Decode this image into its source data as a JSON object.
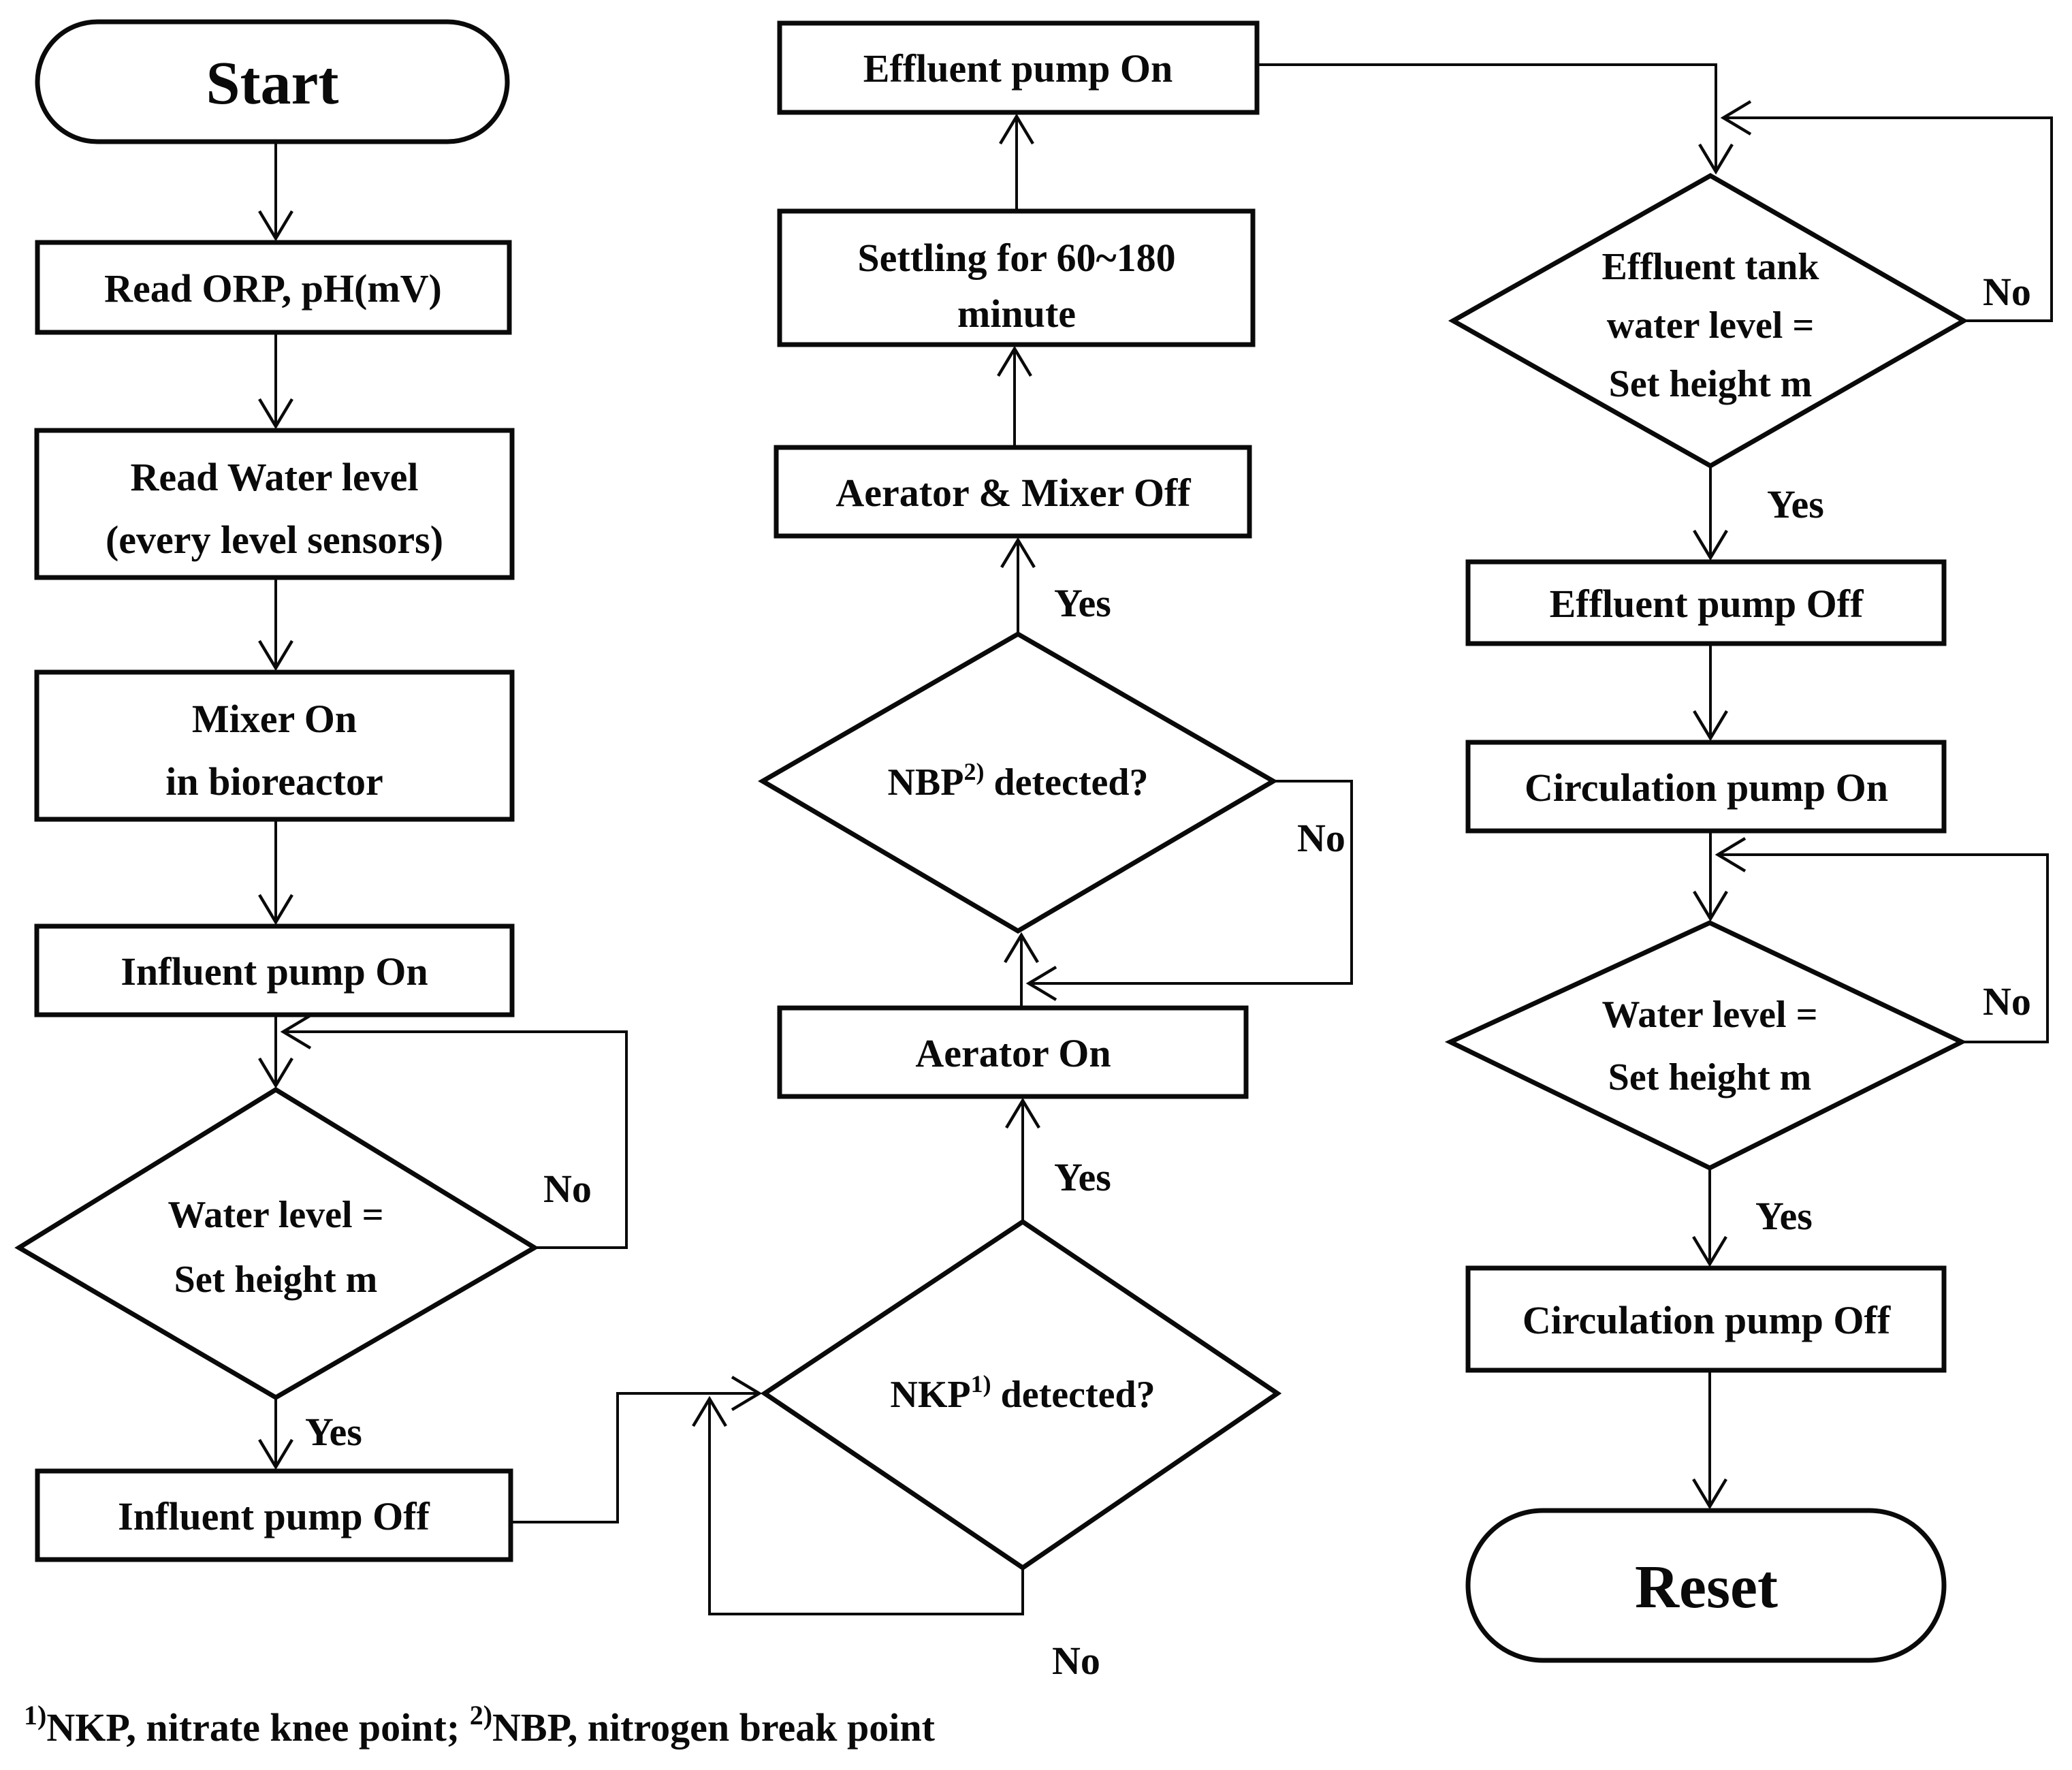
{
  "figure": {
    "background_color": "#ffffff",
    "ink_color": "#0a0a0a"
  },
  "nodes": {
    "start": {
      "type": "terminator",
      "label": "Start"
    },
    "read_orp": {
      "type": "process",
      "label": "Read ORP, pH(mV)"
    },
    "read_water_level": {
      "type": "process",
      "line1": "Read Water level",
      "line2": "(every level sensors)"
    },
    "mixer_on": {
      "type": "process",
      "line1": "Mixer On",
      "line2": "in bioreactor"
    },
    "influent_pump_on": {
      "type": "process",
      "label": "Influent pump On"
    },
    "water_level_check_1": {
      "type": "decision",
      "line1": "Water level =",
      "line2": "Set height m"
    },
    "influent_pump_off": {
      "type": "process",
      "label": "Influent pump Off"
    },
    "nkp_check": {
      "type": "decision",
      "name": "NKP",
      "sup": "1)",
      "rest": " detected?"
    },
    "aerator_on": {
      "type": "process",
      "label": "Aerator On"
    },
    "nbp_check": {
      "type": "decision",
      "name": "NBP",
      "sup": "2)",
      "rest": " detected?"
    },
    "aerator_mixer_off": {
      "type": "process",
      "label": "Aerator & Mixer Off"
    },
    "settling": {
      "type": "process",
      "line1": "Settling for 60~180",
      "line2": "minute"
    },
    "effluent_pump_on": {
      "type": "process",
      "label": "Effluent pump On"
    },
    "effluent_tank_check": {
      "type": "decision",
      "line1": "Effluent tank",
      "line2": "water level =",
      "line3": "Set height m"
    },
    "effluent_pump_off": {
      "type": "process",
      "label": "Effluent pump Off"
    },
    "circulation_pump_on": {
      "type": "process",
      "label": "Circulation pump On"
    },
    "water_level_check_2": {
      "type": "decision",
      "line1": "Water level =",
      "line2": "Set height m"
    },
    "circulation_pump_off": {
      "type": "process",
      "label": "Circulation pump Off"
    },
    "reset": {
      "type": "terminator",
      "label": "Reset"
    }
  },
  "edge_labels": {
    "yes": "Yes",
    "no": "No"
  },
  "footnote": {
    "sup1": "1)",
    "part1": "NKP, nitrate knee point; ",
    "sup2": "2)",
    "part2": "NBP, nitrogen break point"
  }
}
